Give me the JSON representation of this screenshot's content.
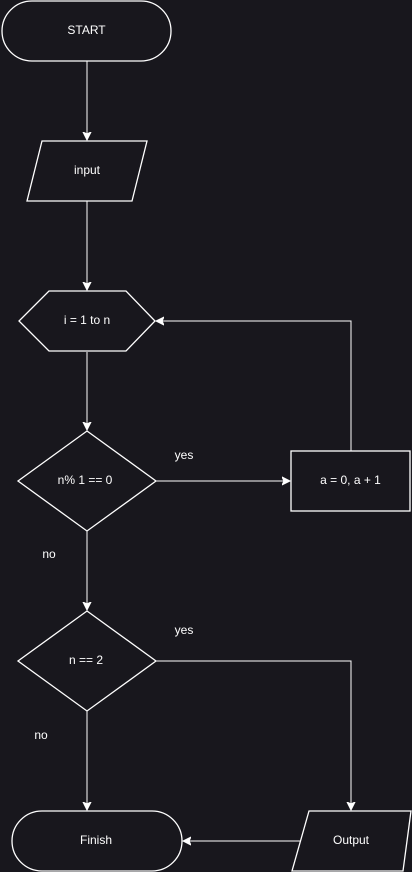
{
  "nodes": {
    "start": "START",
    "input": "input",
    "loop": "i = 1 to n",
    "cond1": "n% 1 == 0",
    "assign": "a = 0, a + 1",
    "cond2": "n == 2",
    "output": "Output",
    "finish": "Finish"
  },
  "edge_labels": {
    "cond1_yes": "yes",
    "cond1_no": "no",
    "cond2_yes": "yes",
    "cond2_no": "no"
  },
  "colors": {
    "background": "#18171d",
    "stroke": "#ffffff",
    "text": "#ffffff"
  }
}
